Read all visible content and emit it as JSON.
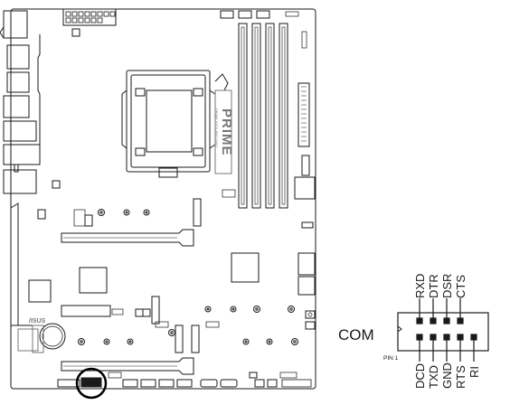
{
  "board": {
    "brand_text": "PRIME",
    "model_text": "PRIME X870-PRO WIFI",
    "logo_text": "/ISUS"
  },
  "header": {
    "connector_name": "COM",
    "pin1_label": "PIN 1",
    "top_pins": [
      "RXD",
      "DTR",
      "DSR",
      "CTS"
    ],
    "bottom_pins": [
      "DCD",
      "TXD",
      "GND",
      "RTS",
      "RI"
    ]
  },
  "colors": {
    "line": "#1a1a1a",
    "gray": "#777777",
    "highlight": "#000000"
  }
}
